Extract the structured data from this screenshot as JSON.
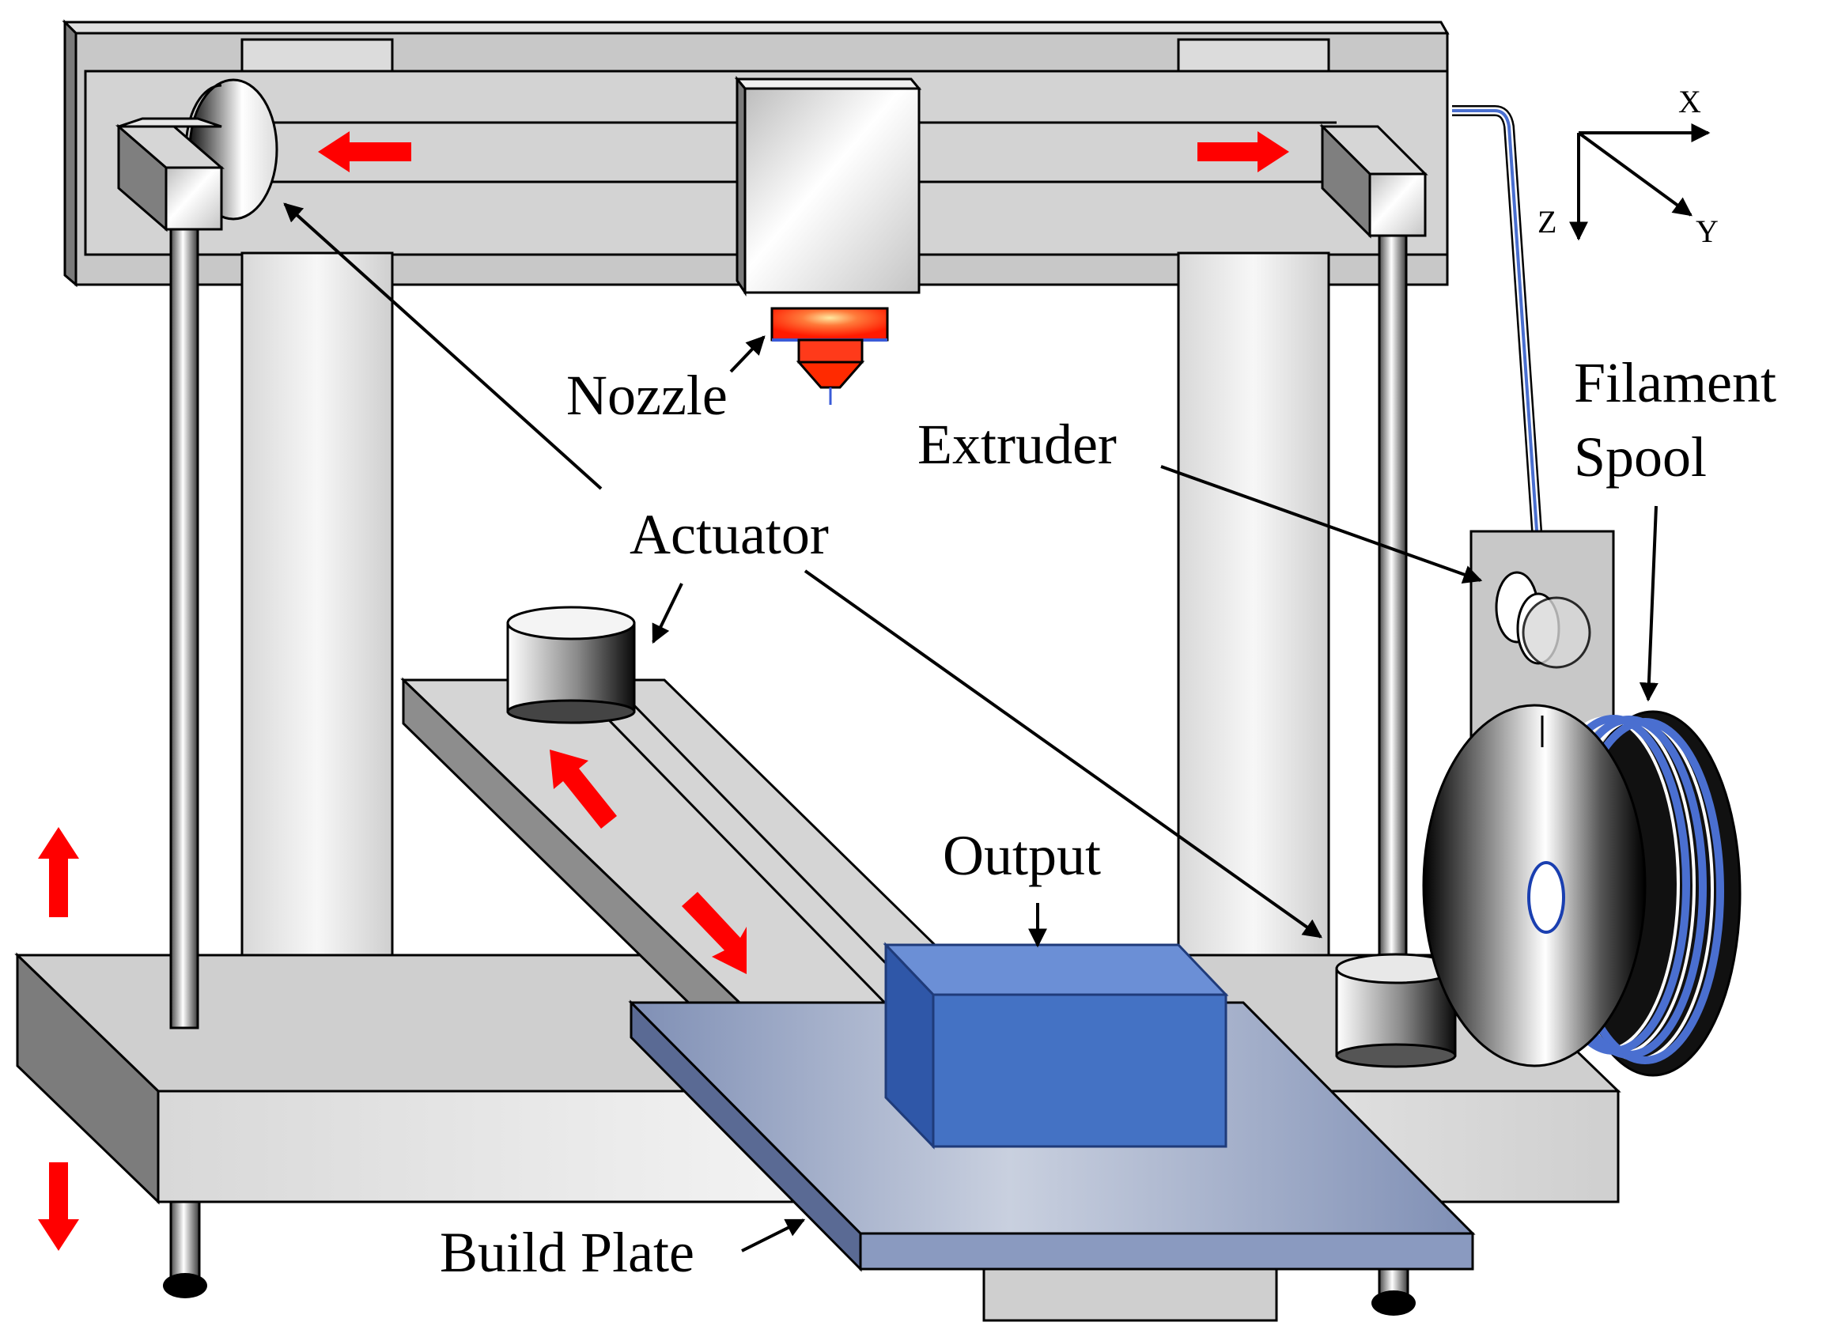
{
  "labels": {
    "nozzle": "Nozzle",
    "extruder": "Extruder",
    "filament_line1": "Filament",
    "filament_line2": "Spool",
    "actuator": "Actuator",
    "output": "Output",
    "build_plate": "Build Plate"
  },
  "axes": {
    "x": "X",
    "y": "Y",
    "z": "Z"
  },
  "colors": {
    "frame": "#c8c8c8",
    "frame_dark": "#8a8a8a",
    "arrow_red": "#ff0000",
    "nozzle_red": "#ff2a00",
    "output_blue": "#4472c4",
    "plate_blue": "#8c9cc0",
    "filament_blue": "#4a6fd0"
  }
}
